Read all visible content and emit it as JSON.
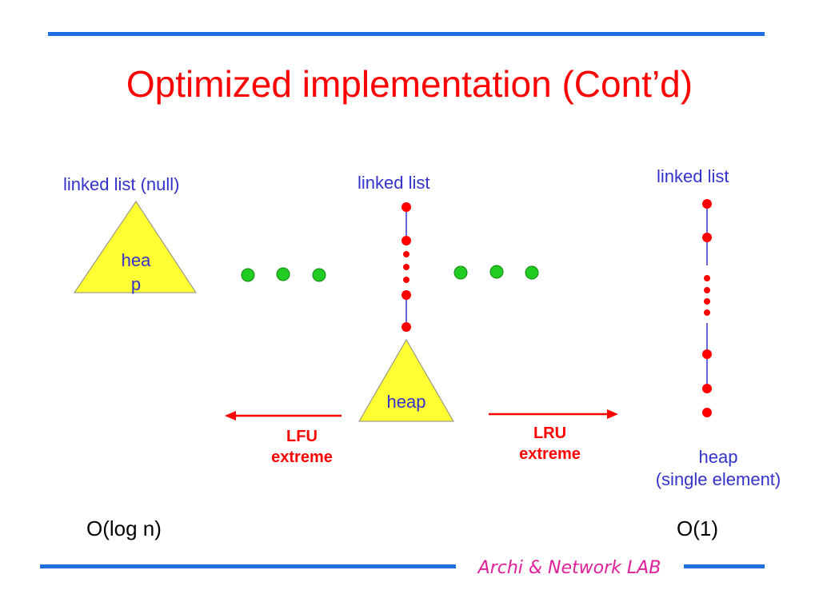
{
  "slide": {
    "title": "Optimized implementation (Cont’d)",
    "footer": "Archi & Network LAB"
  },
  "left": {
    "label": "linked list (null)",
    "heap_line1": "hea",
    "heap_line2": "p",
    "complexity": "O(log n)"
  },
  "middle": {
    "label": "linked list",
    "heap": "heap"
  },
  "right": {
    "label": "linked list",
    "heap_line1": "heap",
    "heap_line2": "(single element)",
    "complexity": "O(1)"
  },
  "arrows": {
    "lfu_line1": "LFU",
    "lfu_line2": "extreme",
    "lru_line1": "LRU",
    "lru_line2": "extreme"
  },
  "colors": {
    "title": "#ff0000",
    "rule": "#1f6fe0",
    "heap_fill": "#ffff33",
    "node_red": "#ff0000",
    "node_green": "#22cc22",
    "label_blue": "#3333cc",
    "footer": "#e0209a"
  }
}
